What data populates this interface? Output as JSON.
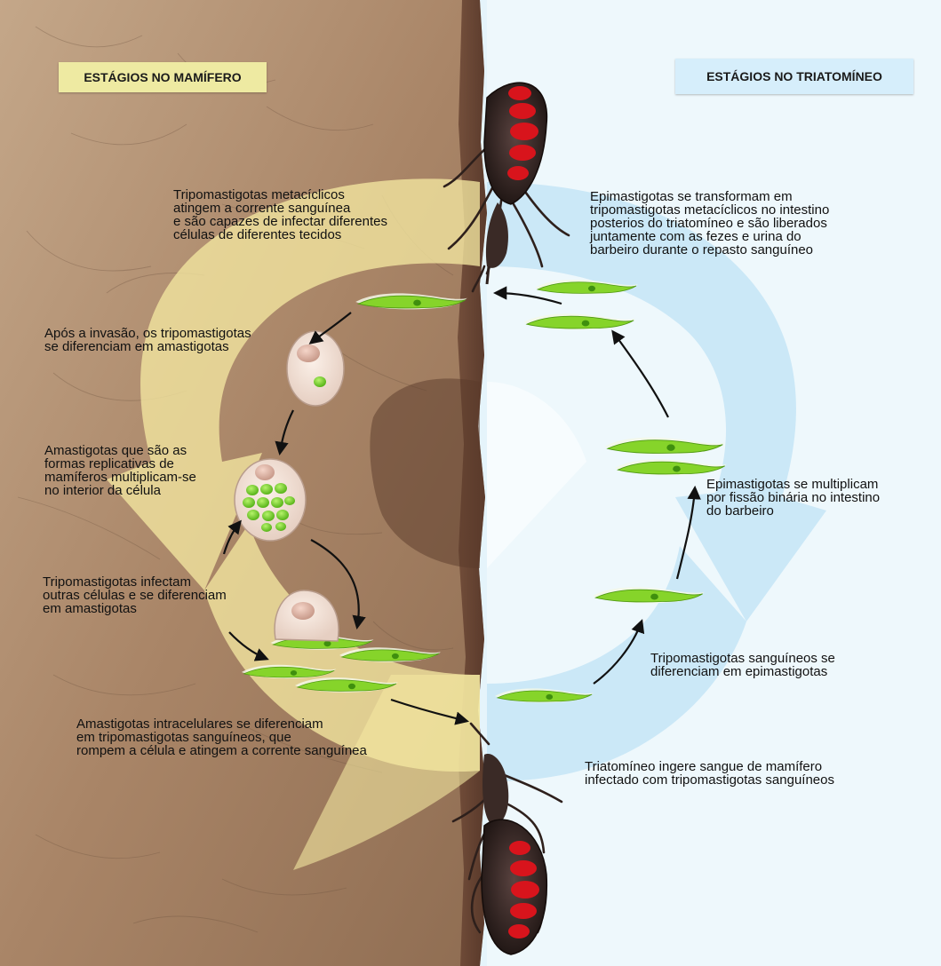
{
  "headers": {
    "mammal": "ESTÁGIOS NO MAMÍFERO",
    "triatomine": "ESTÁGIOS NO TRIATOMÍNEO"
  },
  "captions": {
    "metacyclic_bloodstream": "Tripomastigotas metacíclicos\natingem a corrente sanguínea\ne são capazes de infectar diferentes\ncélulas de diferentes tecidos",
    "epimastigote_transform": "Epimastigotas se transformam em\ntripomastigotas metacíclicos no intestino\nposterios do triatomíneo e são liberados\njuntamente com as fezes e urina do\nbarbeiro durante o repasto sanguíneo",
    "after_invasion": "Após a invasão, os tripomastigotas\nse diferenciam em amastigotas",
    "amastigote_replicate": "Amastigotas que são as\nformas replicativas de\nmamíferos multiplicam-se\nno interior da célula",
    "epimastigote_multiply": "Epimastigotas se multiplicam\npor fissão binária no intestino\ndo barbeiro",
    "trypo_infect": "Tripomastigotas infectam\noutras células e se diferenciam\nem amastigotas",
    "blood_trypo_diff": "Tripomastigotas sanguíneos se\ndiferenciam em epimastigotas",
    "intracellular_diff": "Amastigotas intracelulares se diferenciam\nem tripomastigotas sanguíneos, que\nrompem a célula e atingem a corrente sanguínea",
    "triatomine_ingest": "Triatomíneo ingere sangue de mamífero\ninfectado com tripomastigotas sanguíneos"
  },
  "colors": {
    "skin": "#a07e62",
    "right_background": "#e5f4fb",
    "yellow_arrow": "#f4e7a0",
    "blue_arrow": "#c7e6f6",
    "parasite": "#7ed321",
    "insect_red": "#d8141c",
    "insect_body": "#3a2a26"
  },
  "icons": {
    "bug_top": "triatomine-bug-icon",
    "bug_bottom": "triatomine-bug-icon",
    "host_cell": "host-cell-icon"
  }
}
